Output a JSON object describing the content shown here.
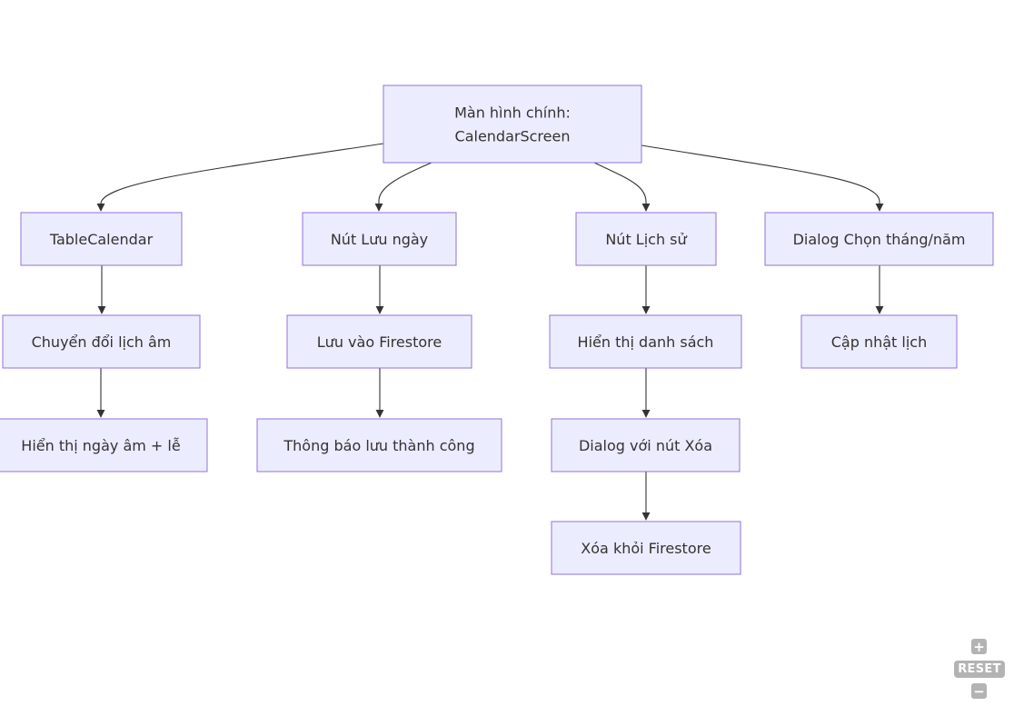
{
  "diagram": {
    "type": "flowchart",
    "nodes": [
      {
        "id": "main",
        "lines": [
          "Màn hình chính:",
          "CalendarScreen"
        ]
      },
      {
        "id": "tablecal",
        "lines": [
          "TableCalendar"
        ]
      },
      {
        "id": "save_btn",
        "lines": [
          "Nút Lưu ngày"
        ]
      },
      {
        "id": "history_btn",
        "lines": [
          "Nút Lịch sử"
        ]
      },
      {
        "id": "dialog_month",
        "lines": [
          "Dialog Chọn tháng/năm"
        ]
      },
      {
        "id": "convert_lunar",
        "lines": [
          "Chuyển đổi lịch âm"
        ]
      },
      {
        "id": "save_firestore",
        "lines": [
          "Lưu vào Firestore"
        ]
      },
      {
        "id": "show_list",
        "lines": [
          "Hiển thị danh sách"
        ]
      },
      {
        "id": "update_cal",
        "lines": [
          "Cập nhật lịch"
        ]
      },
      {
        "id": "show_lunar",
        "lines": [
          "Hiển thị ngày âm + lễ"
        ]
      },
      {
        "id": "notify_success",
        "lines": [
          "Thông báo lưu thành công"
        ]
      },
      {
        "id": "dialog_delete",
        "lines": [
          "Dialog với nút Xóa"
        ]
      },
      {
        "id": "delete_firestore",
        "lines": [
          "Xóa khỏi Firestore"
        ]
      }
    ],
    "edges": [
      {
        "from": "main",
        "to": "tablecal"
      },
      {
        "from": "main",
        "to": "save_btn"
      },
      {
        "from": "main",
        "to": "history_btn"
      },
      {
        "from": "main",
        "to": "dialog_month"
      },
      {
        "from": "tablecal",
        "to": "convert_lunar"
      },
      {
        "from": "convert_lunar",
        "to": "show_lunar"
      },
      {
        "from": "save_btn",
        "to": "save_firestore"
      },
      {
        "from": "save_firestore",
        "to": "notify_success"
      },
      {
        "from": "history_btn",
        "to": "show_list"
      },
      {
        "from": "show_list",
        "to": "dialog_delete"
      },
      {
        "from": "dialog_delete",
        "to": "delete_firestore"
      },
      {
        "from": "dialog_month",
        "to": "update_cal"
      }
    ]
  },
  "controls": {
    "zoom_in": "+",
    "reset": "RESET",
    "zoom_out": "−"
  }
}
